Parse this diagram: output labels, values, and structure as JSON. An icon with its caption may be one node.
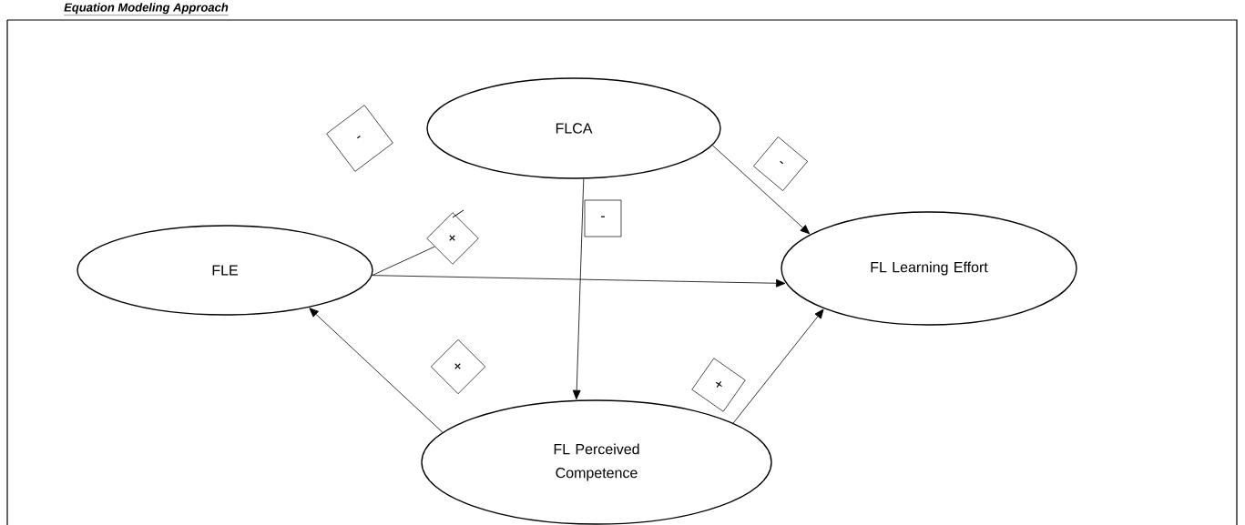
{
  "diagram": {
    "title": "Equation Modeling Approach",
    "nodes": [
      {
        "text": [
          "FLCA"
        ]
      },
      {
        "text": [
          "-"
        ]
      },
      {
        "text": [
          "-"
        ]
      },
      {
        "text": [
          "-"
        ]
      },
      {
        "text": [
          "+"
        ]
      },
      {
        "text": [
          "FLE"
        ]
      },
      {
        "text": [
          "FL Learning Effort"
        ]
      },
      {
        "text": [
          "+"
        ]
      },
      {
        "text": [
          "+"
        ]
      },
      {
        "text": [
          "FL Perceived Competence"
        ]
      }
    ],
    "edges": [
      {
        "from": 0,
        "to": 6,
        "arrow": "to"
      },
      {
        "from": 5,
        "to": 4,
        "arrow": "none"
      },
      {
        "from": 5,
        "to": 6,
        "arrow": "to"
      },
      {
        "from": 0,
        "to": 9,
        "arrow": "to"
      },
      {
        "from": 9,
        "to": 5,
        "arrow": "to"
      },
      {
        "from": 9,
        "to": 6,
        "arrow": "to"
      }
    ]
  }
}
